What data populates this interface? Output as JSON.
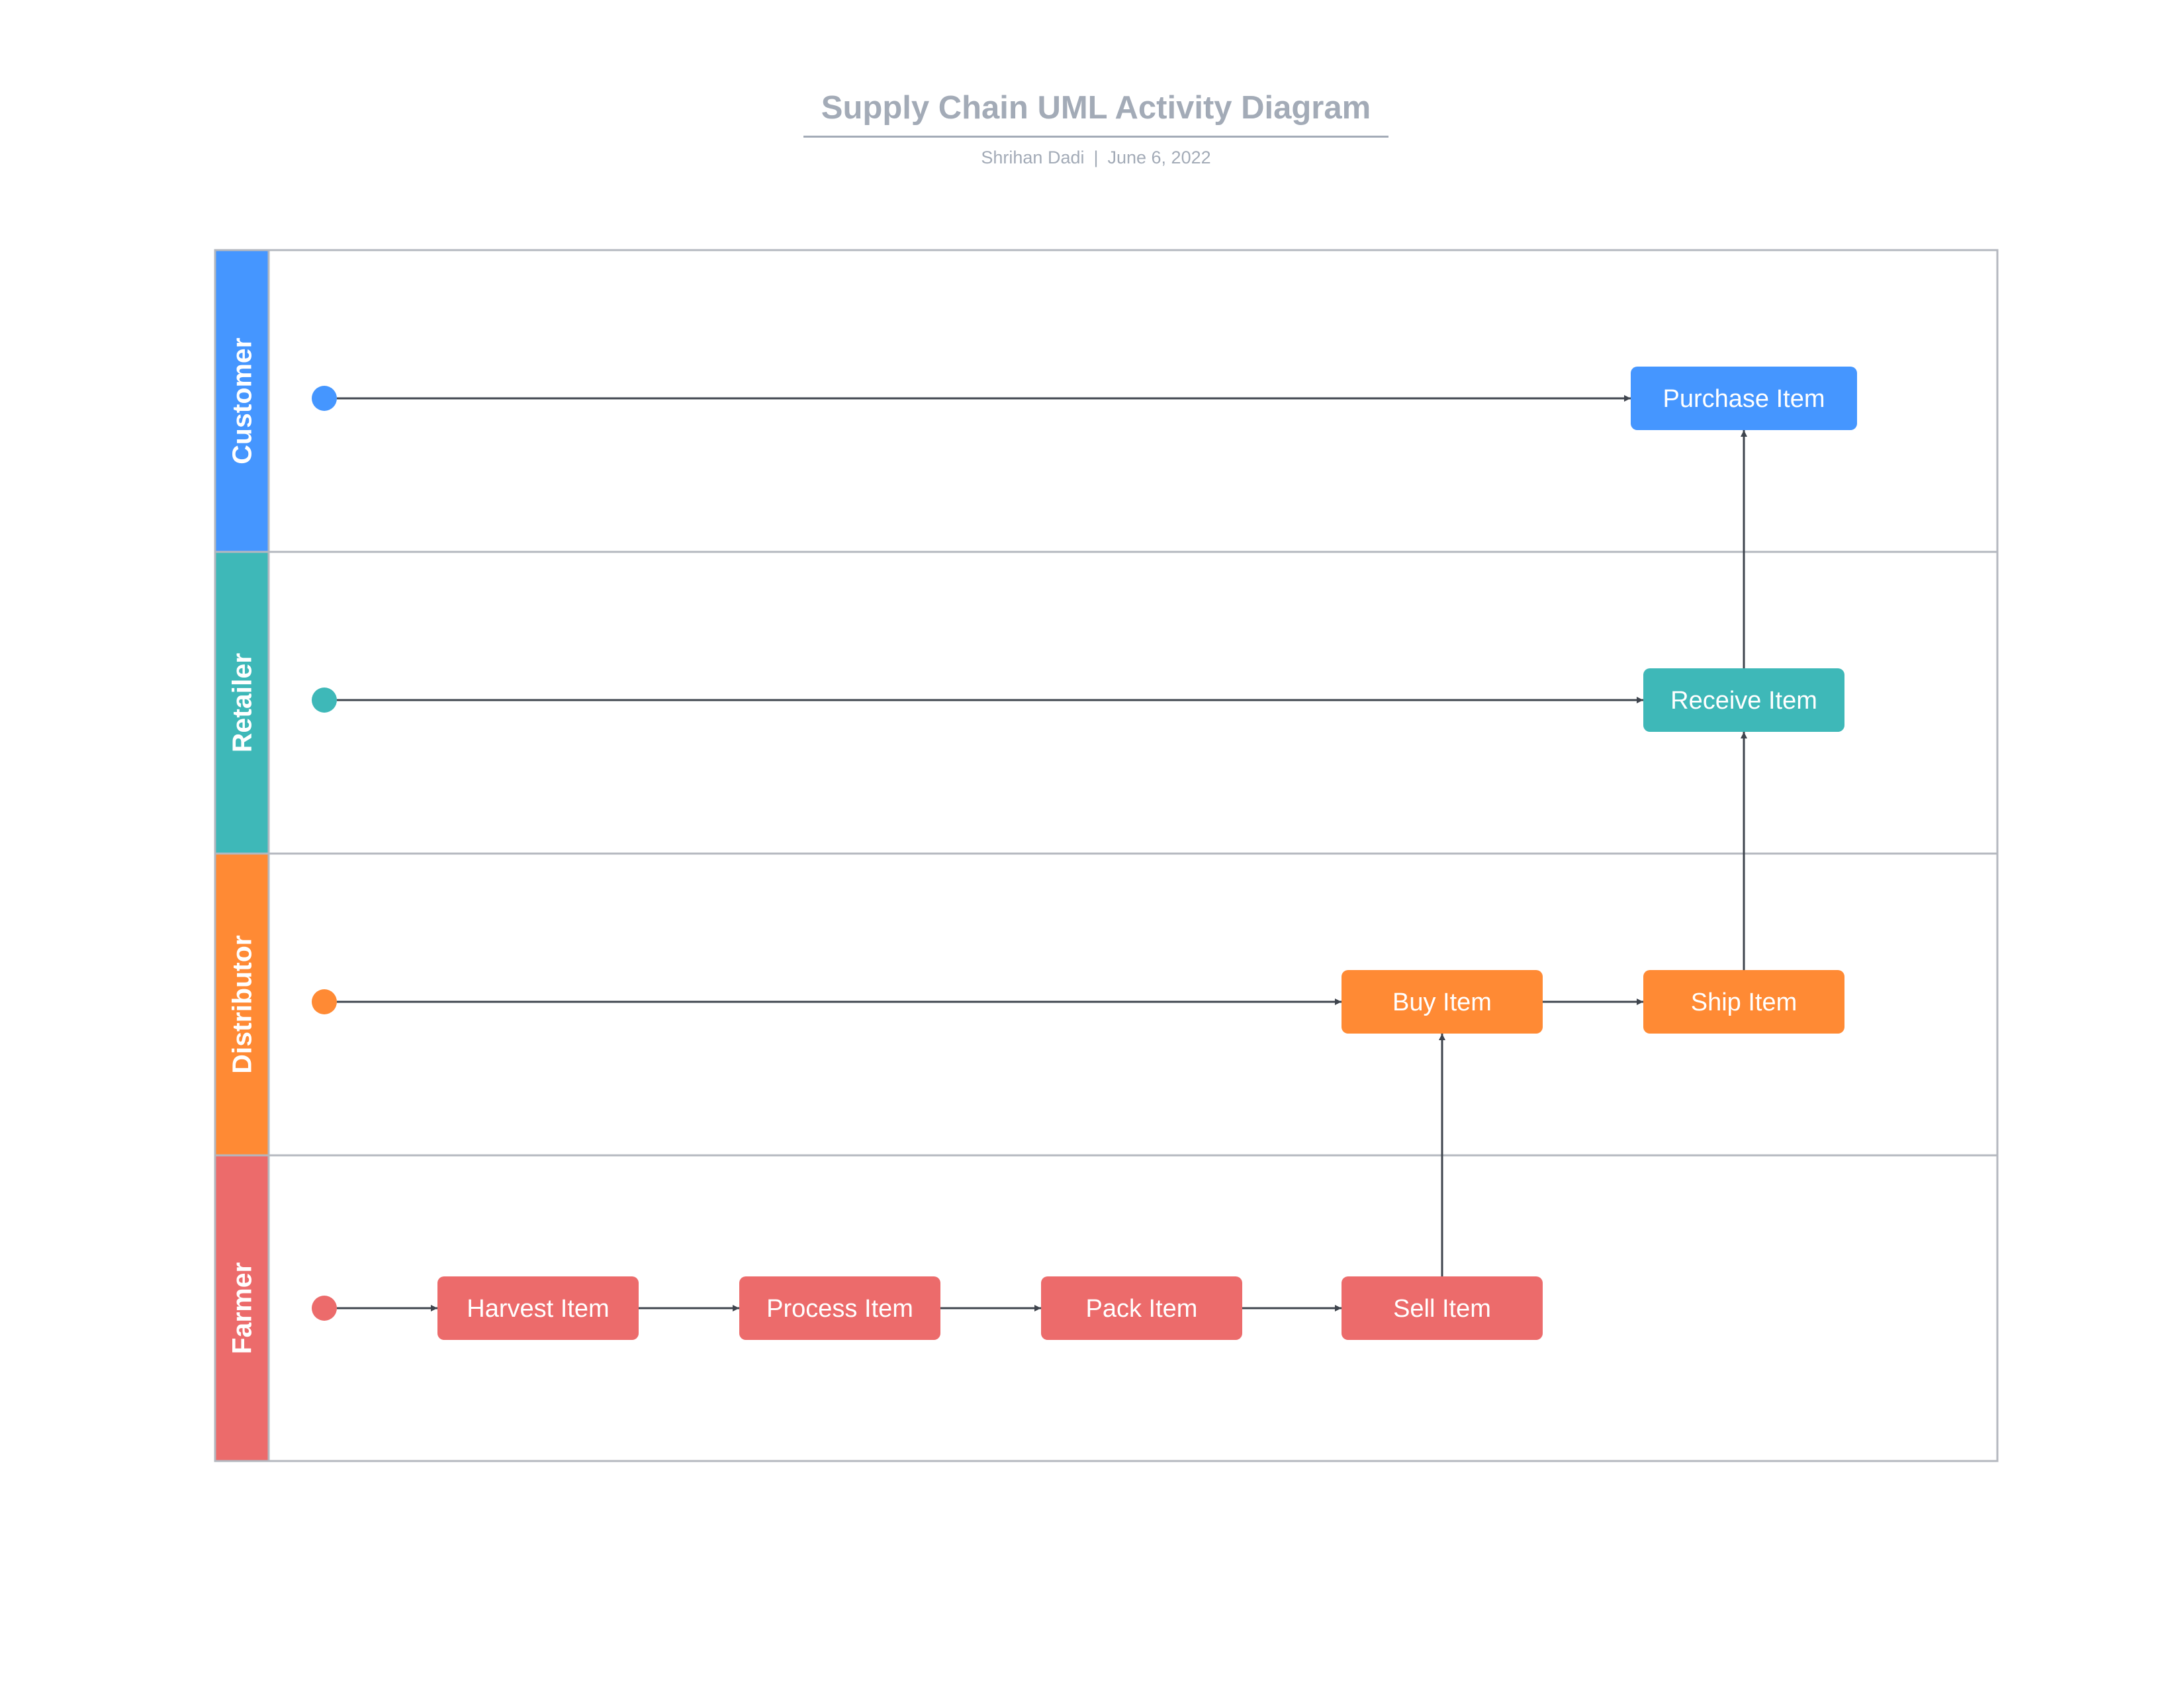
{
  "header": {
    "title": "Supply Chain UML Activity Diagram",
    "author": "Shrihan Dadi",
    "separator": "|",
    "date": "June 6, 2022"
  },
  "colors": {
    "customer": "#4596ff",
    "retailer": "#3eb8b8",
    "distributor": "#ff8a34",
    "farmer": "#ec6b6b",
    "grid_line": "#b4b8bf",
    "arrow": "#3f454e",
    "title_gray": "#a3abb7"
  },
  "lanes": [
    {
      "id": "customer",
      "label": "Customer",
      "color": "#4596ff"
    },
    {
      "id": "retailer",
      "label": "Retailer",
      "color": "#3eb8b8"
    },
    {
      "id": "distributor",
      "label": "Distributor",
      "color": "#ff8a34"
    },
    {
      "id": "farmer",
      "label": "Farmer",
      "color": "#ec6b6b"
    }
  ],
  "nodes": [
    {
      "id": "purchase",
      "label": "Purchase Item",
      "lane": "customer"
    },
    {
      "id": "receive",
      "label": "Receive Item",
      "lane": "retailer"
    },
    {
      "id": "buy",
      "label": "Buy Item",
      "lane": "distributor"
    },
    {
      "id": "ship",
      "label": "Ship Item",
      "lane": "distributor"
    },
    {
      "id": "harvest",
      "label": "Harvest Item",
      "lane": "farmer"
    },
    {
      "id": "process",
      "label": "Process Item",
      "lane": "farmer"
    },
    {
      "id": "pack",
      "label": "Pack Item",
      "lane": "farmer"
    },
    {
      "id": "sell",
      "label": "Sell Item",
      "lane": "farmer"
    }
  ],
  "edges": [
    {
      "from": "start-customer",
      "to": "purchase"
    },
    {
      "from": "start-retailer",
      "to": "receive"
    },
    {
      "from": "start-distributor",
      "to": "buy"
    },
    {
      "from": "start-farmer",
      "to": "harvest"
    },
    {
      "from": "harvest",
      "to": "process"
    },
    {
      "from": "process",
      "to": "pack"
    },
    {
      "from": "pack",
      "to": "sell"
    },
    {
      "from": "sell",
      "to": "buy"
    },
    {
      "from": "buy",
      "to": "ship"
    },
    {
      "from": "ship",
      "to": "receive"
    },
    {
      "from": "receive",
      "to": "purchase"
    }
  ]
}
